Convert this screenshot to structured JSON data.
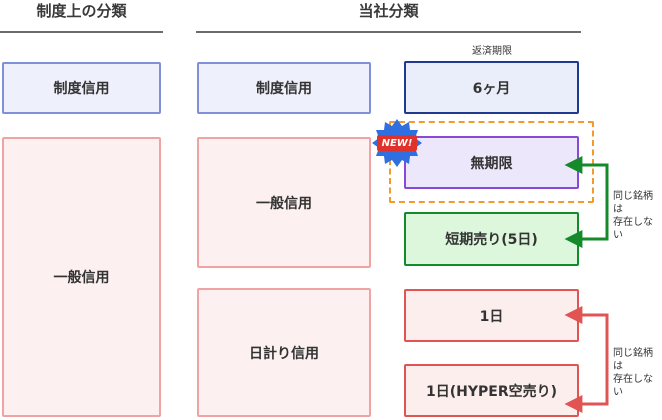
{
  "headers": {
    "system": "制度上の分類",
    "company": "当社分類",
    "repayment_period": "返済期限"
  },
  "system_column": {
    "standard": "制度信用",
    "general": "一般信用"
  },
  "company_column": {
    "standard": "制度信用",
    "general": "一般信用",
    "day_trade": "日計り信用"
  },
  "periods": {
    "six_months": "6ヶ月",
    "unlimited": "無期限",
    "short_term": "短期売り(5日)",
    "one_day": "1日",
    "one_day_hyper": "1日(HYPER空売り)"
  },
  "badge": "NEW!",
  "notes": {
    "same_symbol_top": [
      "同じ銘柄は",
      "存在しない"
    ],
    "same_symbol_bottom": [
      "同じ銘柄は",
      "存在しない"
    ]
  },
  "colors": {
    "arrow_green": "#148a2b",
    "arrow_red": "#e05454",
    "badge_blue": "#2f6fe0",
    "badge_red": "#e0312b"
  }
}
